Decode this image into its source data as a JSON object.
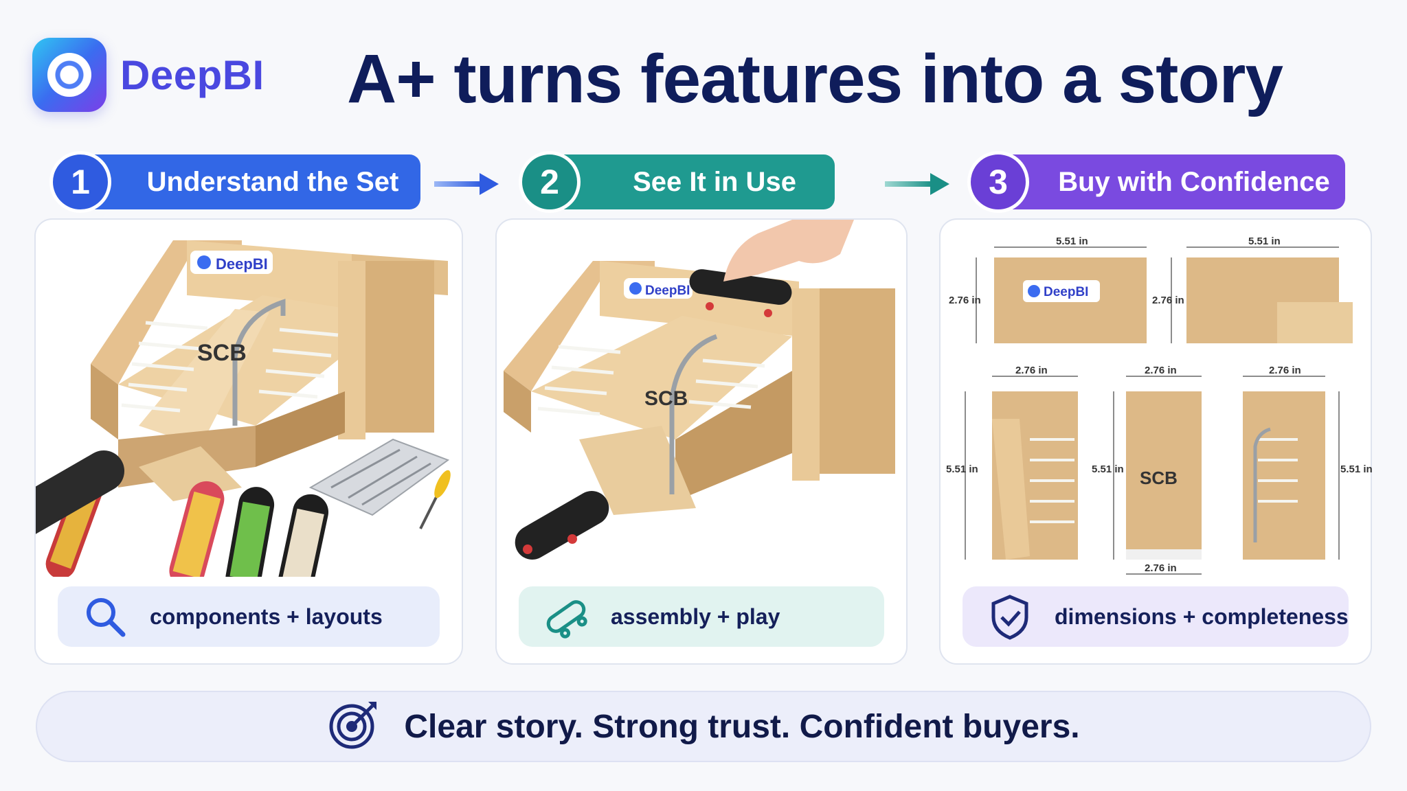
{
  "brand": {
    "name": "DeepBI"
  },
  "headline": "A+ turns features into a story",
  "steps": [
    {
      "number": "1",
      "label": "Understand the Set",
      "color": "#2f5be0",
      "caption": "components + layouts",
      "icon": "magnifier-icon"
    },
    {
      "number": "2",
      "label": "See It in Use",
      "color": "#1a8f86",
      "caption": "assembly + play",
      "icon": "skateboard-icon"
    },
    {
      "number": "3",
      "label": "Buy with Confidence",
      "color": "#6a3fd6",
      "caption": "dimensions + completeness",
      "icon": "shield-check-icon"
    }
  ],
  "product": {
    "ramp_brand": "DeepBI",
    "ramp_logo_text": "SCB"
  },
  "dimensions": {
    "top_row": [
      {
        "width": "5.51 in",
        "height": "2.76 in"
      },
      {
        "width": "5.51 in",
        "height": "2.76 in"
      }
    ],
    "bottom_row": [
      {
        "width": "2.76 in",
        "height": "5.51 in"
      },
      {
        "width": "2.76 in",
        "height": "5.51 in",
        "bottom": "2.76 in"
      },
      {
        "width": "2.76 in",
        "height": "5.51 in"
      }
    ]
  },
  "footer": {
    "text": "Clear story. Strong trust. Confident buyers.",
    "icon": "target-icon"
  }
}
